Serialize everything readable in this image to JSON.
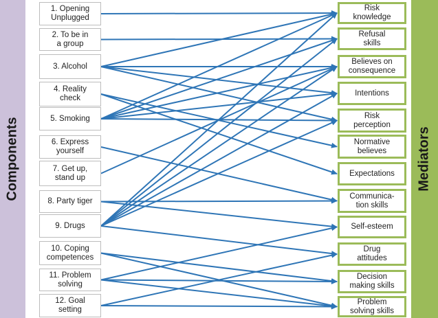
{
  "left_label": "Components",
  "right_label": "Mediators",
  "components": [
    "1. Opening\nUnplugged",
    "2. To be in\na group",
    "3. Alcohol",
    "4. Reality\ncheck",
    "5. Smoking",
    "6. Express\nyourself",
    "7. Get up,\nstand up",
    "8. Party tiger",
    "9. Drugs",
    "10. Coping\ncompetences",
    "11. Problem\nsolving",
    "12. Goal\nsetting"
  ],
  "mediators": [
    "Risk\nknowledge",
    "Refusal\nskills",
    "Believes on\nconsequence",
    "Intentions",
    "Risk\nperception",
    "Normative\nbelieves",
    "Expectations",
    "Communica-\ntion skills",
    "Self-esteem",
    "Drug\nattitudes",
    "Decision\nmaking skills",
    "Problem\nsolving skills"
  ],
  "links": [
    [
      1,
      1
    ],
    [
      2,
      2
    ],
    [
      3,
      1
    ],
    [
      3,
      3
    ],
    [
      3,
      4
    ],
    [
      3,
      5
    ],
    [
      4,
      6
    ],
    [
      4,
      7
    ],
    [
      5,
      1
    ],
    [
      5,
      2
    ],
    [
      5,
      3
    ],
    [
      5,
      4
    ],
    [
      5,
      5
    ],
    [
      6,
      8
    ],
    [
      7,
      3
    ],
    [
      8,
      8
    ],
    [
      8,
      9
    ],
    [
      9,
      1
    ],
    [
      9,
      2
    ],
    [
      9,
      3
    ],
    [
      9,
      4
    ],
    [
      9,
      5
    ],
    [
      9,
      10
    ],
    [
      10,
      11
    ],
    [
      10,
      12
    ],
    [
      11,
      9
    ],
    [
      11,
      11
    ],
    [
      11,
      12
    ],
    [
      12,
      10
    ],
    [
      12,
      12
    ]
  ],
  "colors": {
    "line": "#2e75b6",
    "left_band": "#ccc1da",
    "right_band": "#9bbb59",
    "mediator_border": "#9bbb59"
  }
}
